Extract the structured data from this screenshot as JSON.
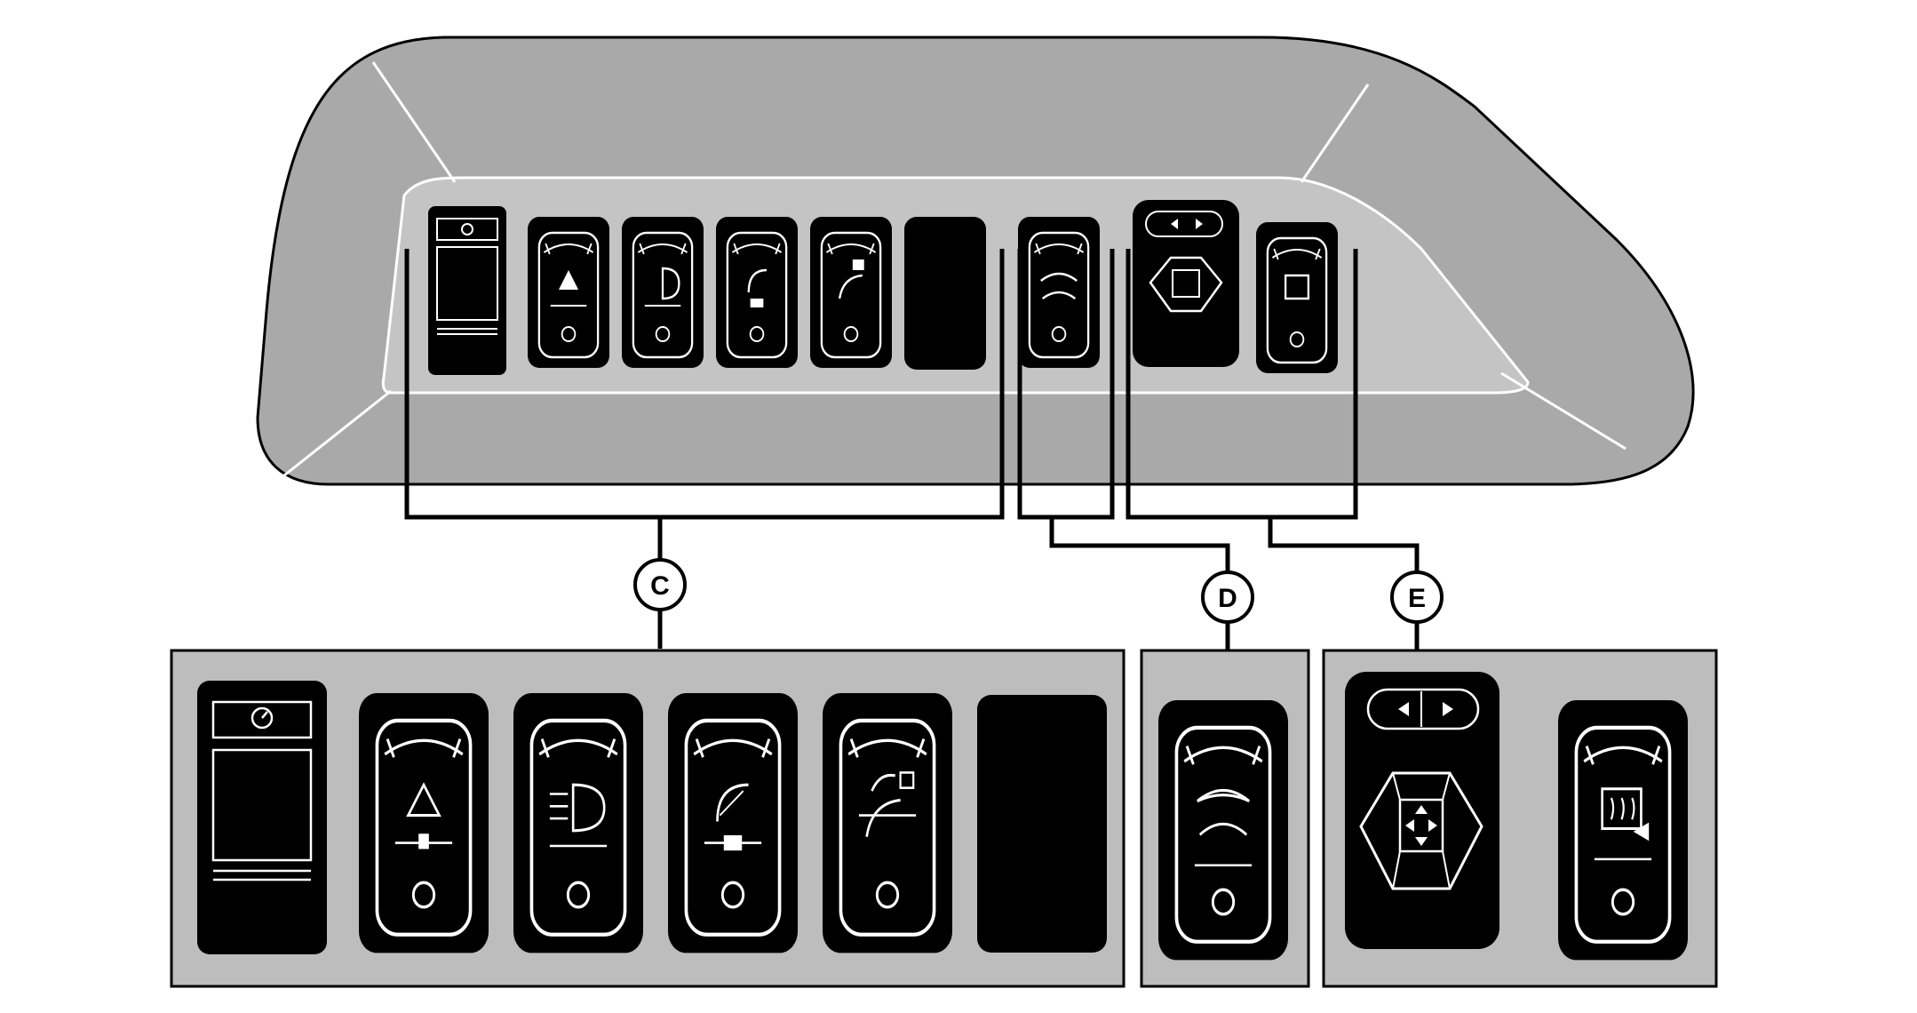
{
  "diagram": {
    "callouts": [
      {
        "id": "C",
        "label": "C"
      },
      {
        "id": "D",
        "label": "D"
      },
      {
        "id": "E",
        "label": "E"
      }
    ],
    "colors": {
      "panel_fill": "#bdbdbd",
      "console_fill": "#a9a9a9",
      "switch_body": "#000000",
      "line": "#000000",
      "highlight": "#ffffff"
    },
    "groups": {
      "C": [
        "speed-gauge-switch",
        "hazard-beacon-switch",
        "headlight-switch",
        "work-light-switch",
        "auxiliary-light-switch",
        "blank-plug"
      ],
      "D": [
        "wiper-switch"
      ],
      "E": [
        "mirror-adjust-switch",
        "rear-window-defrost-switch"
      ]
    }
  }
}
